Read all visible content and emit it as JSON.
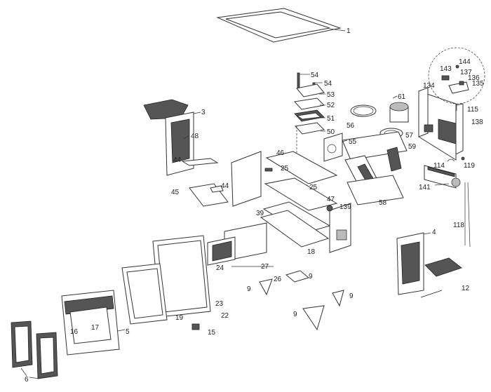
{
  "labels": {
    "l1": "1",
    "l3": "3",
    "l48": "48",
    "l44a": "44",
    "l45": "45",
    "l44b": "44",
    "l54a": "54",
    "l54b": "54",
    "l53": "53",
    "l52": "52",
    "l51": "51",
    "l50": "50",
    "l46": "46",
    "l25a": "25",
    "l25b": "25",
    "l55": "55",
    "l47": "47",
    "l39": "39",
    "l139": "139",
    "l18": "18",
    "l24": "24",
    "l27": "27",
    "l26": "26",
    "l9a": "9",
    "l9b": "9",
    "l9c": "9",
    "l9d": "9",
    "l23": "23",
    "l22": "22",
    "l19": "19",
    "l17": "17",
    "l16": "16",
    "l5": "5",
    "l6": "6",
    "l15": "15",
    "l61": "61",
    "l56": "56",
    "l57": "57",
    "l59": "59",
    "l58": "58",
    "l134": "134",
    "l144": "144",
    "l143": "143",
    "l137": "137",
    "l136": "136",
    "l135": "135",
    "l115": "115",
    "l138": "138",
    "l114": "114",
    "l119": "119",
    "l141": "141",
    "l118": "118",
    "l4": "4",
    "l12": "12"
  }
}
